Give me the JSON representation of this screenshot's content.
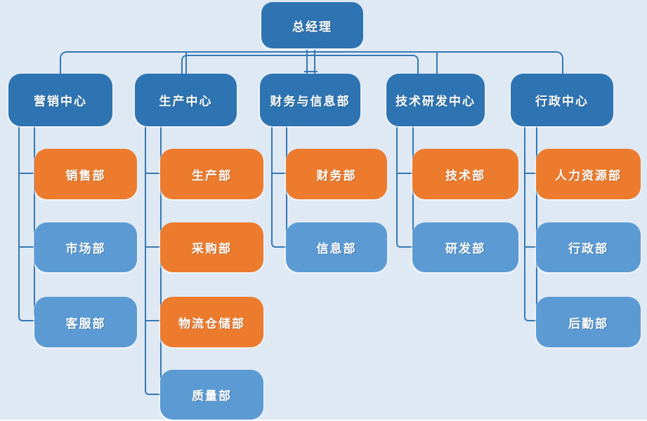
{
  "root": {
    "label": "总经理"
  },
  "departments": [
    {
      "label": "营销中心",
      "children": [
        {
          "label": "销售部",
          "color": "#ec7b2e"
        },
        {
          "label": "市场部",
          "color": "#5b9ad3"
        },
        {
          "label": "客服部",
          "color": "#5b9ad3"
        }
      ]
    },
    {
      "label": "生产中心",
      "children": [
        {
          "label": "生产部",
          "color": "#ec7b2e"
        },
        {
          "label": "采购部",
          "color": "#ec7b2e"
        },
        {
          "label": "物流仓储部",
          "color": "#ec7b2e"
        },
        {
          "label": "质量部",
          "color": "#5b9ad3"
        }
      ]
    },
    {
      "label": "财务与信息部",
      "children": [
        {
          "label": "财务部",
          "color": "#ec7b2e"
        },
        {
          "label": "信息部",
          "color": "#5b9ad3"
        }
      ]
    },
    {
      "label": "技术研发中心",
      "children": [
        {
          "label": "技术部",
          "color": "#ec7b2e"
        },
        {
          "label": "研发部",
          "color": "#5b9ad3"
        }
      ]
    },
    {
      "label": "行政中心",
      "children": [
        {
          "label": "人力资源部",
          "color": "#ec7b2e"
        },
        {
          "label": "行政部",
          "color": "#5b9ad3"
        },
        {
          "label": "后勤部",
          "color": "#5b9ad3"
        }
      ]
    }
  ],
  "colors": {
    "background": "#dfe9f4",
    "primary_blue": "#2e74b2",
    "accent_orange": "#ec7b2e",
    "accent_light_blue": "#5b9ad3",
    "connector": "#3678b5",
    "box_text": "#ffffff"
  }
}
